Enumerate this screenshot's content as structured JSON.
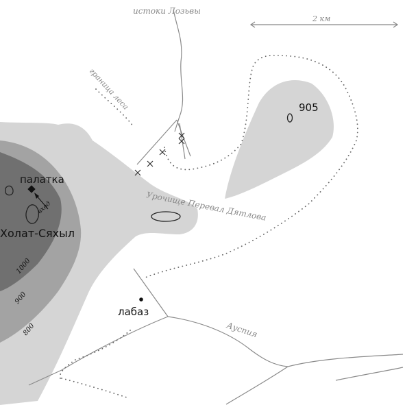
{
  "labels": {
    "lozva_source": "истоки Лозьвы",
    "scale": "2 км",
    "forest_line": "граница леса",
    "peak_905": "905",
    "tent": "палатка",
    "entrance": "вход",
    "kholat": "Холат-Сяхыл",
    "pass_tract": "Урочище Перевал Дятлова",
    "contour_1000": "1000",
    "contour_900": "900",
    "contour_800": "800",
    "labaz": "лабаз",
    "auspiya": "Ауспия"
  },
  "colors": {
    "background": "#ffffff",
    "elevation_low": "#d5d5d5",
    "elevation_mid": "#a3a3a3",
    "elevation_high": "#707070",
    "line": "#8a8a8a",
    "text": "#111111",
    "muted_text": "#777777"
  },
  "symbols": {
    "tent": "tent-diamond-icon",
    "cache": "cache-dot-icon",
    "bodies": "cross-marker-icon"
  }
}
